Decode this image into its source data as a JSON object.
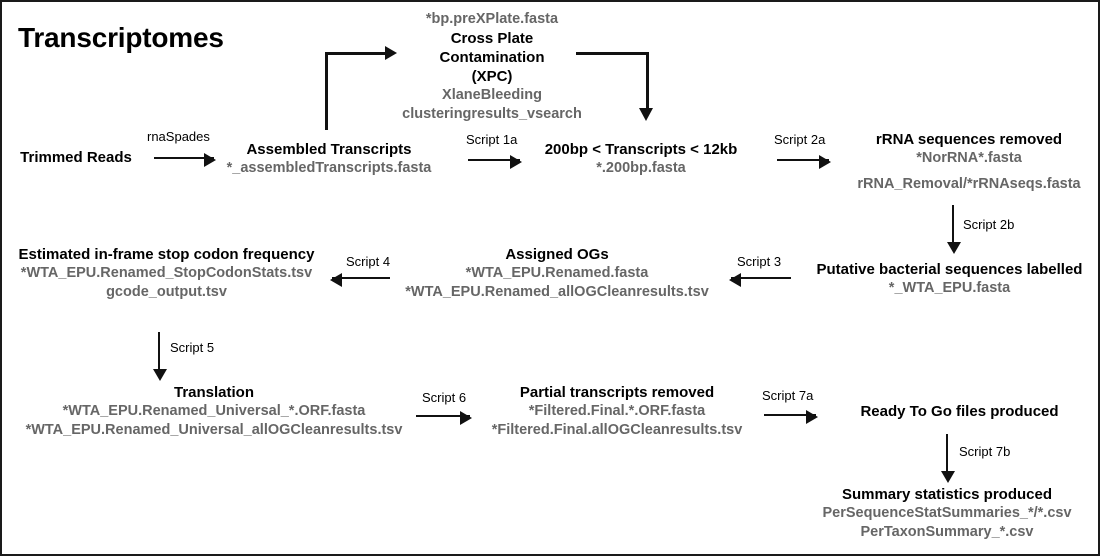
{
  "page": {
    "title": "Transcriptomes",
    "border_color": "#1a1a1a",
    "title_color": "#000000",
    "file_text_color": "#666666",
    "arrow_color": "#111111"
  },
  "nodes": {
    "trimmed_reads": {
      "title": "Trimmed Reads",
      "files": []
    },
    "assembled_transcripts": {
      "title": "Assembled Transcripts",
      "files": [
        "*_assembledTranscripts.fasta"
      ]
    },
    "xpc": {
      "file_top": "*bp.preXPlate.fasta",
      "title_line1": "Cross Plate",
      "title_line2": "Contamination",
      "title_line3": "(XPC)",
      "file_bottom1": "XlaneBleeding",
      "file_bottom2": "clusteringresults_vsearch"
    },
    "size_filter": {
      "title": "200bp < Transcripts < 12kb",
      "files": [
        "*.200bp.fasta"
      ]
    },
    "rrna_removed": {
      "title": "rRNA sequences removed",
      "files": [
        "*NorRNA*.fasta",
        "rRNA_Removal/*rRNAseqs.fasta"
      ]
    },
    "bacterial_labelled": {
      "title": "Putative bacterial sequences labelled",
      "files": [
        "*_WTA_EPU.fasta"
      ]
    },
    "assigned_ogs": {
      "title": "Assigned OGs",
      "files": [
        "*WTA_EPU.Renamed.fasta",
        "*WTA_EPU.Renamed_allOGCleanresults.tsv"
      ]
    },
    "stop_codon": {
      "title": "Estimated in-frame stop codon frequency",
      "files": [
        "*WTA_EPU.Renamed_StopCodonStats.tsv",
        "gcode_output.tsv"
      ]
    },
    "translation": {
      "title": "Translation",
      "files": [
        "*WTA_EPU.Renamed_Universal_*.ORF.fasta",
        "*WTA_EPU.Renamed_Universal_allOGCleanresults.tsv"
      ]
    },
    "partial_removed": {
      "title": "Partial transcripts removed",
      "files": [
        "*Filtered.Final.*.ORF.fasta",
        "*Filtered.Final.allOGCleanresults.tsv"
      ]
    },
    "ready_to_go": {
      "title": "Ready To Go files produced",
      "files": []
    },
    "summary_stats": {
      "title": "Summary statistics produced",
      "files": [
        "PerSequenceStatSummaries_*/*.csv",
        "PerTaxonSummary_*.csv"
      ]
    }
  },
  "edges": {
    "rnaspades": "rnaSpades",
    "script_1a": "Script 1a",
    "script_2a": "Script 2a",
    "script_2b": "Script 2b",
    "script_3": "Script 3",
    "script_4": "Script 4",
    "script_5": "Script 5",
    "script_6": "Script 6",
    "script_7a": "Script 7a",
    "script_7b": "Script 7b"
  }
}
